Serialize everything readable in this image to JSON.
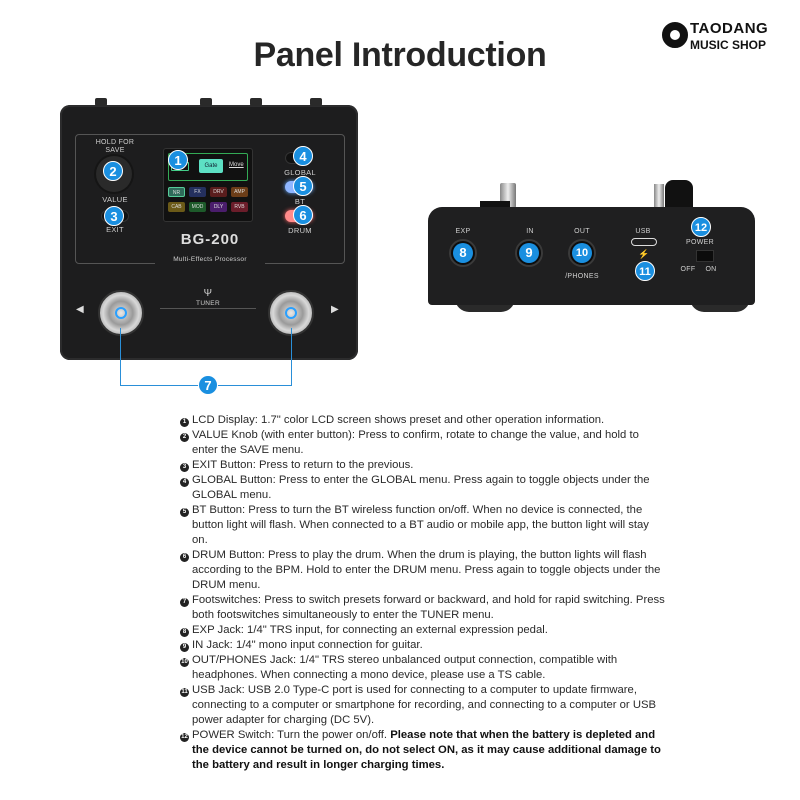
{
  "title": "Panel Introduction",
  "logo": {
    "line1": "TAODANG",
    "line2": "MUSIC SHOP"
  },
  "front_panel": {
    "hold_for_save": "HOLD FOR SAVE",
    "value": "VALUE",
    "exit": "EXIT",
    "global": "GLOBAL",
    "bt": "BT",
    "drum": "DRUM",
    "model": "BG-200",
    "subtitle": "Multi-Effects Processor",
    "tuner": "TUNER",
    "screen": {
      "top_items": [
        "",
        "Gate",
        "Move"
      ],
      "chips": [
        {
          "label": "NR",
          "color": "#2f6b5a"
        },
        {
          "label": "FX",
          "color": "#24305e"
        },
        {
          "label": "DRV",
          "color": "#5a1d1d"
        },
        {
          "label": "AMP",
          "color": "#6b3d18"
        },
        {
          "label": "CAB",
          "color": "#6b5a18"
        },
        {
          "label": "MOD",
          "color": "#1d5a2a"
        },
        {
          "label": "DLY",
          "color": "#4a1d6b"
        },
        {
          "label": "RVB",
          "color": "#6b1d2a"
        }
      ]
    }
  },
  "back_panel": {
    "exp": "EXP",
    "in": "IN",
    "out": "OUT",
    "phones": "/PHONES",
    "usb": "USB",
    "power": "POWER",
    "off": "OFF",
    "on": "ON"
  },
  "badges": [
    "1",
    "2",
    "3",
    "4",
    "5",
    "6",
    "7",
    "8",
    "9",
    "10",
    "11",
    "12"
  ],
  "accent_color": "#1a8fe0",
  "descriptions": [
    {
      "num": "1",
      "lines": [
        "LCD Display: 1.7\" color LCD screen shows preset and other operation information."
      ]
    },
    {
      "num": "2",
      "lines": [
        "VALUE Knob (with enter button): Press to confirm, rotate to change the value, and hold to",
        "enter the SAVE menu."
      ]
    },
    {
      "num": "3",
      "lines": [
        "EXIT Button: Press to return to the previous."
      ]
    },
    {
      "num": "4",
      "lines": [
        "GLOBAL Button: Press to enter the GLOBAL menu. Press again to toggle objects under the",
        "GLOBAL menu."
      ]
    },
    {
      "num": "5",
      "lines": [
        "BT Button: Press to turn the BT wireless function on/off. When no device is connected, the",
        "button light will flash. When connected to a BT audio or mobile app, the button light will stay",
        "on."
      ]
    },
    {
      "num": "6",
      "lines": [
        "DRUM Button: Press to play the drum. When the drum is playing, the button lights will flash",
        "according to the BPM. Hold to enter the DRUM menu. Press again to toggle objects under the",
        "DRUM menu."
      ]
    },
    {
      "num": "7",
      "lines": [
        "Footswitches: Press to switch presets forward or backward, and hold for rapid switching. Press",
        "both footswitches simultaneously to enter the TUNER menu."
      ]
    },
    {
      "num": "8",
      "lines": [
        "EXP Jack: 1/4\" TRS input, for connecting an external expression pedal."
      ]
    },
    {
      "num": "9",
      "lines": [
        "IN Jack: 1/4\" mono input connection for guitar."
      ]
    },
    {
      "num": "10",
      "lines": [
        "OUT/PHONES Jack: 1/4\" TRS stereo unbalanced output connection, compatible with",
        "headphones. When connecting a mono device, please use a TS cable."
      ]
    },
    {
      "num": "11",
      "lines": [
        "USB Jack: USB 2.0 Type-C port is used for connecting to a computer to update firmware,",
        "connecting to a computer or smartphone for recording, and connecting to a computer or USB",
        "power adapter for charging (DC 5V)."
      ]
    },
    {
      "num": "12",
      "lines": [
        "POWER Switch: Turn the power on/off. "
      ],
      "bold_lines": [
        "Please note that when the battery is depleted and",
        "the device cannot be turned on, do not select ON, as it may cause additional damage to",
        "the battery and result in longer charging times."
      ]
    }
  ]
}
